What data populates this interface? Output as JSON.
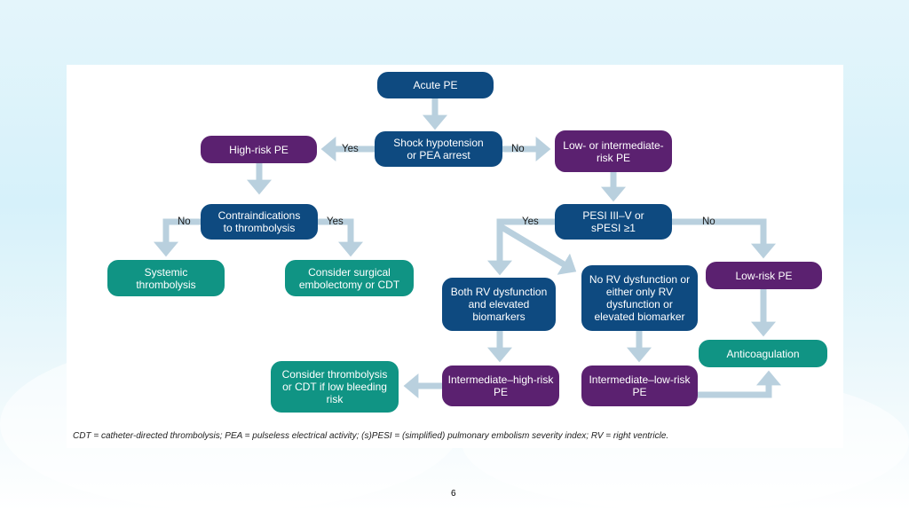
{
  "nodes": {
    "acute_pe": "Acute PE",
    "shock": "Shock hypotension or PEA arrest",
    "high_risk": "High-risk PE",
    "low_intermediate": "Low- or intermediate-risk PE",
    "contraindications": "Contraindications to thrombolysis",
    "pesi": "PESI III–V or sPESI ≥1",
    "systemic": "Systemic thrombolysis",
    "surgical": "Consider surgical embolectomy or CDT",
    "both_rv": "Both RV dysfunction and elevated biomarkers",
    "no_rv": "No RV dysfunction or either only RV dysfunction or elevated biomarker",
    "low_risk": "Low-risk PE",
    "anticoagulation": "Anticoagulation",
    "int_high": "Intermediate–high-risk PE",
    "int_low": "Intermediate–low-risk PE",
    "consider_thrombolysis": "Consider thrombolysis or CDT if low bleeding risk"
  },
  "edge_labels": {
    "shock_yes": "Yes",
    "shock_no": "No",
    "contra_no": "No",
    "contra_yes": "Yes",
    "pesi_yes": "Yes",
    "pesi_no": "No"
  },
  "footnote": "CDT = catheter-directed thrombolysis; PEA = pulseless electrical activity; (s)PESI = (simplified) pulmonary embolism severity index; RV = right ventricle.",
  "page_number": "6",
  "colors": {
    "navy": "#0e4a80",
    "purple": "#5b2170",
    "teal": "#109484",
    "arrow": "#b9d0de"
  }
}
